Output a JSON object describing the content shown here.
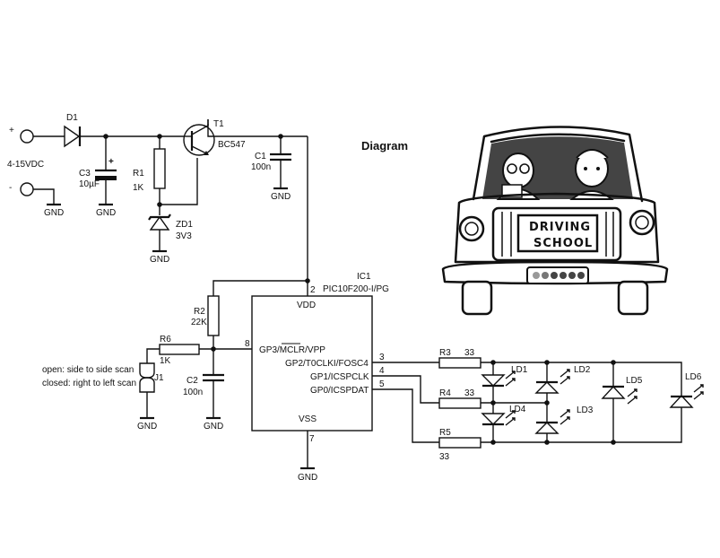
{
  "title": "Diagram",
  "supply": {
    "plus": "+",
    "minus": "-",
    "voltage": "4-15VDC",
    "gnd": "GND"
  },
  "components": {
    "d1": "D1",
    "c3": "C3",
    "c3_value": "10µF",
    "c3_plus": "+",
    "r1": "R1",
    "r1_value": "1K",
    "t1": "T1",
    "t1_value": "BC547",
    "zd1": "ZD1",
    "zd1_value": "3V3",
    "c1": "C1",
    "c1_value": "100n",
    "r2": "R2",
    "r2_value": "22K",
    "r6": "R6",
    "r6_value": "1K",
    "c2": "C2",
    "c2_value": "100n",
    "j1": "J1",
    "r3": "R3",
    "r3_value": "33",
    "r4": "R4",
    "r4_value": "33",
    "r5": "R5",
    "r5_value": "33",
    "ld1": "LD1",
    "ld2": "LD2",
    "ld3": "LD3",
    "ld4": "LD4",
    "ld5": "LD5",
    "ld6": "LD6"
  },
  "ic": {
    "name": "IC1",
    "part": "PIC10F200-I/PG",
    "vdd": "VDD",
    "vss": "VSS",
    "gp3": "GP3/MCLR/VPP",
    "gp2": "GP2/T0CLKI/FOSC4",
    "gp1": "GP1/ICSPCLK",
    "gp0": "GP0/ICSPDAT",
    "pin2": "2",
    "pin8": "8",
    "pin3": "3",
    "pin4": "4",
    "pin5": "5",
    "pin7": "7"
  },
  "notes": {
    "open": "open: side to side scan",
    "closed": "closed: right to left scan"
  },
  "gnd": "GND",
  "cartoon": {
    "sign_line1": "DRIVING",
    "sign_line2": "SCHOOL"
  }
}
